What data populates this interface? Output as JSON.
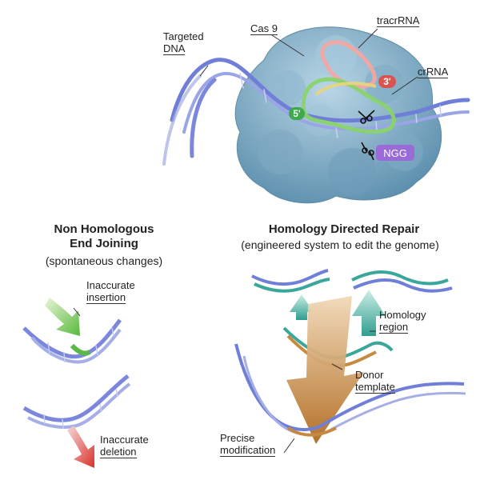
{
  "top": {
    "targeted_dna_1": "Targeted",
    "targeted_dna_2": "DNA",
    "cas9": "Cas 9",
    "tracrrna": "tracrRNA",
    "crrna": "crRNA",
    "three_prime": "3'",
    "five_prime": "5'",
    "ngg": "NGG"
  },
  "nhej": {
    "title_1": "Non Homologous",
    "title_2": "End Joining",
    "subtitle": "(spontaneous changes)",
    "insertion_1": "Inaccurate",
    "insertion_2": "insertion",
    "deletion_1": "Inaccurate",
    "deletion_2": "deletion"
  },
  "hdr": {
    "title": "Homology Directed Repair",
    "subtitle": "(engineered system to edit the genome)",
    "homology_1": "Homology",
    "homology_2": "region",
    "donor_1": "Donor",
    "donor_2": "template",
    "precise_1": "Precise",
    "precise_2": "modification"
  },
  "colors": {
    "dna_blue": "#6f7fd8",
    "cas9_blue": "#6fa3bd",
    "teal": "#3aa79a",
    "donor_brown": "#c6893f",
    "ngg_purple": "#9a6ad6",
    "three_prime_red": "#d9534f",
    "five_prime_green": "#3caa4a"
  }
}
